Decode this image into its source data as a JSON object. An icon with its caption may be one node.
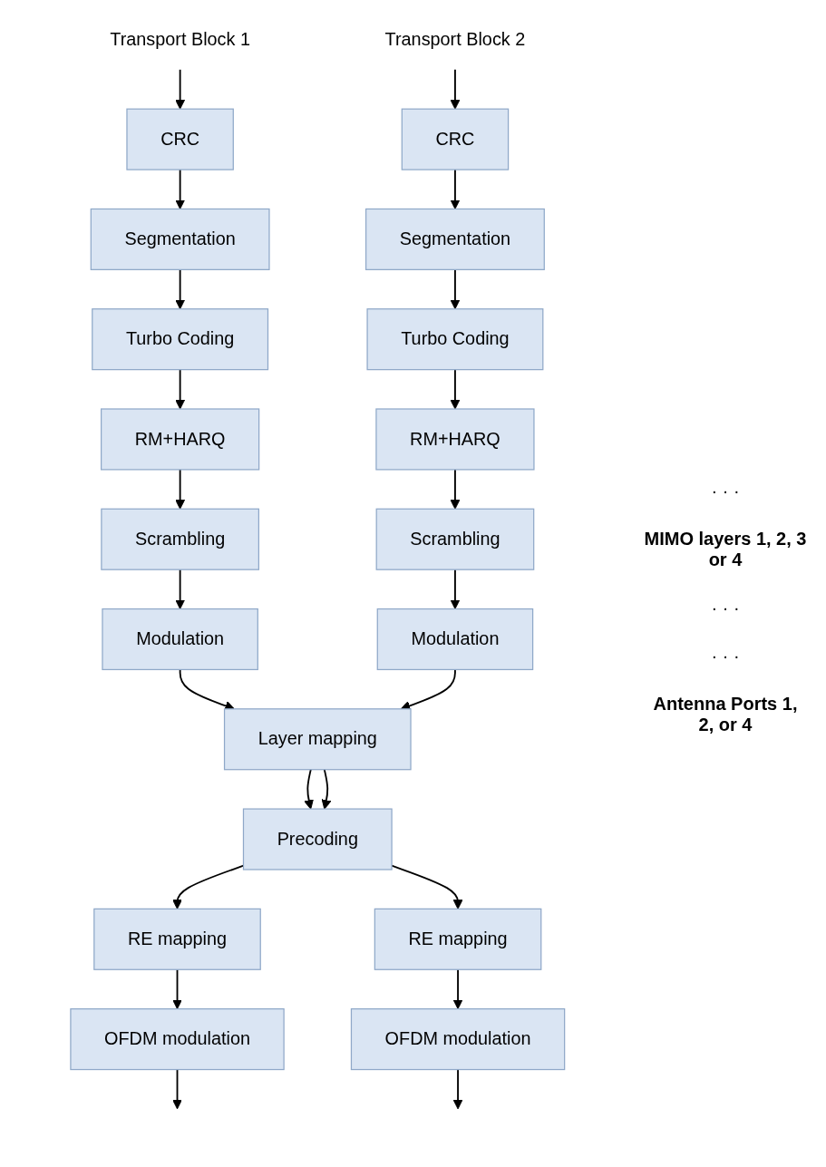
{
  "diagram": {
    "nodes": [
      {
        "text": [
          "Transport Block 1"
        ]
      },
      {
        "text": [
          "CRC"
        ]
      },
      {
        "text": [
          "Segmentation"
        ]
      },
      {
        "text": [
          "Turbo Coding"
        ]
      },
      {
        "text": [
          "RM+HARQ"
        ]
      },
      {
        "text": [
          "Scrambling"
        ]
      },
      {
        "text": [
          "Modulation"
        ]
      },
      {
        "text": [
          "Transport Block 2"
        ]
      },
      {
        "text": [
          "CRC"
        ]
      },
      {
        "text": [
          "Segmentation"
        ]
      },
      {
        "text": [
          "Turbo Coding"
        ]
      },
      {
        "text": [
          "RM+HARQ"
        ]
      },
      {
        "text": [
          "Scrambling"
        ]
      },
      {
        "text": [
          "Modulation"
        ]
      },
      {
        "text": [
          "Layer mapping"
        ]
      },
      {
        "text": [
          "Precoding"
        ]
      },
      {
        "text": [
          "RE mapping"
        ]
      },
      {
        "text": [
          "OFDM modulation"
        ]
      },
      {
        "text": [
          "RE mapping"
        ]
      },
      {
        "text": [
          "OFDM modulation"
        ]
      }
    ],
    "edges": [
      {
        "from": 0,
        "to": 1,
        "arrow": "to"
      },
      {
        "from": 1,
        "to": 2,
        "arrow": "to"
      },
      {
        "from": 2,
        "to": 3,
        "arrow": "to"
      },
      {
        "from": 3,
        "to": 4,
        "arrow": "to"
      },
      {
        "from": 4,
        "to": 5,
        "arrow": "to"
      },
      {
        "from": 5,
        "to": 6,
        "arrow": "to"
      },
      {
        "from": 7,
        "to": 8,
        "arrow": "to"
      },
      {
        "from": 8,
        "to": 9,
        "arrow": "to"
      },
      {
        "from": 9,
        "to": 10,
        "arrow": "to"
      },
      {
        "from": 10,
        "to": 11,
        "arrow": "to"
      },
      {
        "from": 11,
        "to": 12,
        "arrow": "to"
      },
      {
        "from": 12,
        "to": 13,
        "arrow": "to"
      },
      {
        "from": 6,
        "to": 14,
        "arrow": "to"
      },
      {
        "from": 13,
        "to": 14,
        "arrow": "to"
      },
      {
        "from": 14,
        "to": 15,
        "arrow": "to"
      },
      {
        "from": 14,
        "to": 15,
        "arrow": "to"
      },
      {
        "from": 15,
        "to": 16,
        "arrow": "to"
      },
      {
        "from": 15,
        "to": 18,
        "arrow": "to"
      },
      {
        "from": 16,
        "to": 17,
        "arrow": "to"
      },
      {
        "from": 18,
        "to": 19,
        "arrow": "to"
      },
      {
        "from": 17,
        "to": null,
        "arrow": "to"
      },
      {
        "from": 19,
        "to": null,
        "arrow": "to"
      }
    ],
    "labels": [
      "· · ·",
      "MIMO layers 1, 2, 3 or 4",
      "· · ·",
      "· · ·",
      "Antenna Ports 1, 2, or 4"
    ]
  }
}
